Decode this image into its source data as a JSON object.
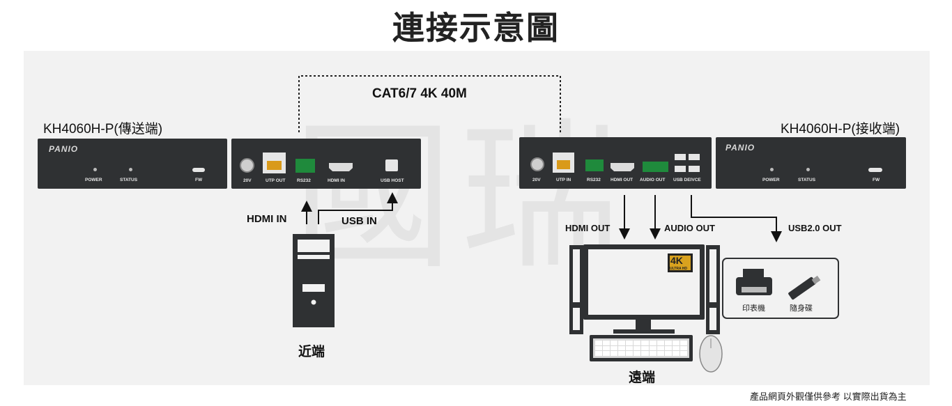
{
  "title": "連接示意圖",
  "cable_label": "CAT6/7 4K 40M",
  "watermark": "國瑞",
  "transmitter": {
    "label": "KH4060H-P(傳送端)",
    "brand": "PANIO",
    "front": {
      "led1": "POWER",
      "led2": "STATUS",
      "port": "FW"
    },
    "rear": {
      "p1": "20V",
      "p2": "UTP OUT",
      "p3": "RS232",
      "p4": "HDMI IN",
      "p5": "USB HOST"
    }
  },
  "receiver": {
    "label": "KH4060H-P(接收端)",
    "brand": "PANIO",
    "front": {
      "led1": "POWER",
      "led2": "STATUS",
      "port": "FW"
    },
    "rear": {
      "p1": "20V",
      "p2": "UTP IN",
      "p3": "RS232",
      "p4": "HDMI OUT",
      "p5": "AUDIO OUT",
      "p6": "USB DEIVCE"
    }
  },
  "signals": {
    "hdmi_in": "HDMI IN",
    "usb_in": "USB IN",
    "hdmi_out": "HDMI OUT",
    "audio_out": "AUDIO OUT",
    "usb2_out": "USB2.0 OUT"
  },
  "near_end": "近端",
  "far_end": "遠端",
  "badge_4k": "4K",
  "badge_uhd": "ULTRA HD",
  "peripherals": {
    "printer": "印表機",
    "usb_drive": "隨身碟"
  },
  "footnote": "產品網頁外觀僅供參考 以實際出貨為主",
  "colors": {
    "device": "#2f3133",
    "background": "#f2f2f2",
    "port_green": "#1f8a3c",
    "rj45_orange": "#d99a1a"
  }
}
